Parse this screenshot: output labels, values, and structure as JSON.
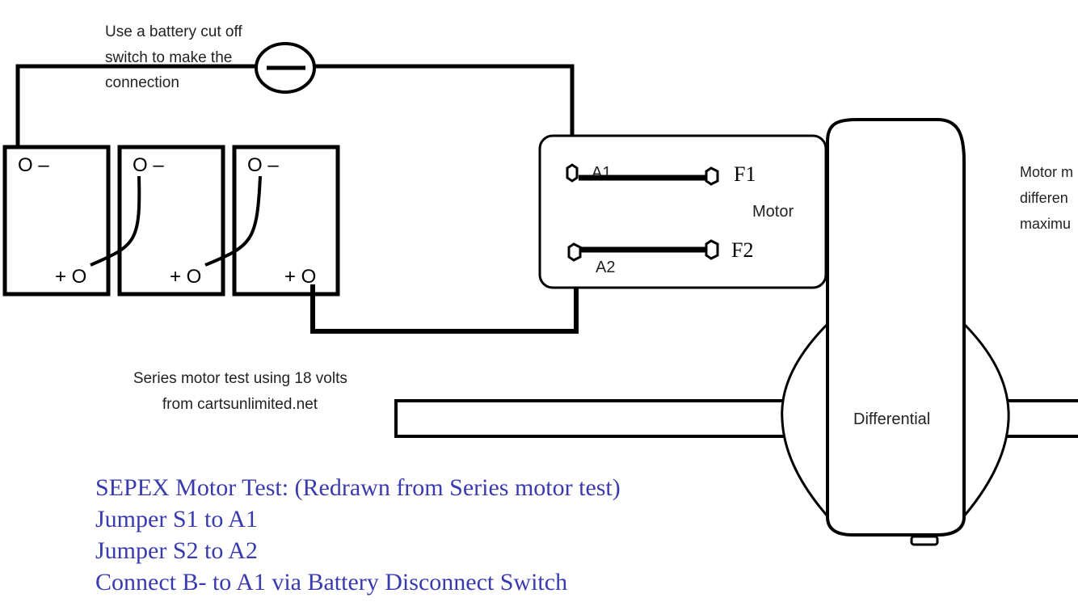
{
  "labels": {
    "cutoff_note": [
      "Use a battery cut off",
      "switch to make the",
      "connection"
    ],
    "series_note": [
      "Series motor test using 18 volts",
      "from cartsunlimited.net"
    ],
    "motor": "Motor",
    "differential": "Differential",
    "side_note_partial": [
      "Motor m",
      "differen",
      "maximu"
    ]
  },
  "terminals": {
    "a1": "A1",
    "a2": "A2",
    "f1": "F1",
    "f2": "F2",
    "battery_neg": "O –",
    "battery_pos": "+ O"
  },
  "notes": [
    "SEPEX Motor Test: (Redrawn from Series motor test)",
    "Jumper S1 to A1",
    "Jumper S2 to A2",
    "Connect B- to A1 via Battery Disconnect Switch"
  ],
  "colors": {
    "line": "#000000",
    "note_text": "#3a3ab0"
  }
}
